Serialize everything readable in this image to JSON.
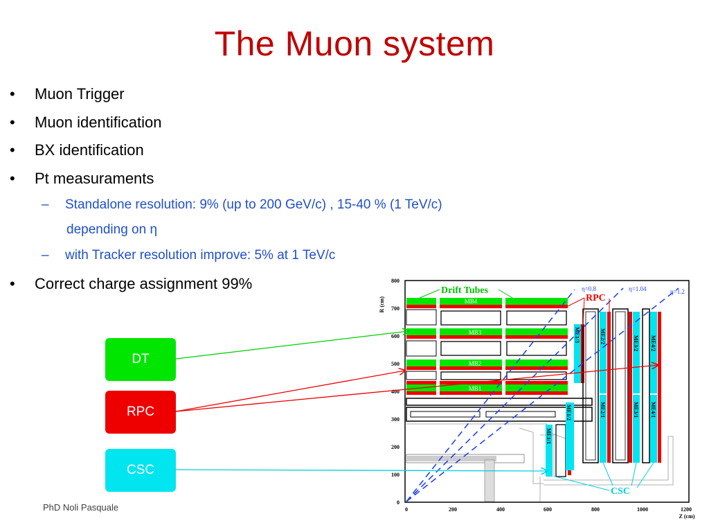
{
  "slide": {
    "title": "The Muon system",
    "bullets": [
      "Muon Trigger",
      "Muon identification",
      "BX identification",
      "Pt measuraments"
    ],
    "sub_bullets": [
      "Standalone  resolution: 9%  (up to 200 GeV/c) , 15-40 % (1 TeV/c)",
      "depending on η",
      "with Tracker  resolution improve: 5% at 1 TeV/c"
    ],
    "last_bullet": "Correct  charge assignment 99%",
    "footer": "PhD Noli Pasquale"
  },
  "legend_boxes": {
    "dt": {
      "label": "DT",
      "color": "#00e600"
    },
    "rpc": {
      "label": "RPC",
      "color": "#ee0000"
    },
    "csc": {
      "label": "CSC",
      "color": "#00e5f0"
    }
  },
  "figure": {
    "y_axis_label": "R (cm)",
    "x_axis_label": "Z (cm)",
    "y_ticks": [
      "800",
      "700",
      "600",
      "500",
      "400",
      "300",
      "200",
      "100",
      "0"
    ],
    "x_ticks": [
      "0",
      "200",
      "400",
      "600",
      "800",
      "1000",
      "1200"
    ],
    "labels": {
      "drift_tubes": "Drift Tubes",
      "rpc": "RPC",
      "csc": "CSC",
      "eta1": "η=0.8",
      "eta2": "η=1.04",
      "eta3": "η=1.2",
      "mb4": "MB4",
      "mb3": "MB3",
      "mb2": "MB2",
      "mb1": "MB1",
      "me13": "ME1/3",
      "me22": "ME2/2",
      "me32": "ME3/2",
      "me42": "ME4/2",
      "me12": "ME1/2",
      "me11": "ME1/1",
      "me21": "ME2/1",
      "me31": "ME3/1",
      "me41": "ME4/1"
    },
    "colors": {
      "green": "#00e600",
      "red": "#ee0000",
      "cyan": "#00e5f0",
      "blue": "#2244ee"
    }
  }
}
